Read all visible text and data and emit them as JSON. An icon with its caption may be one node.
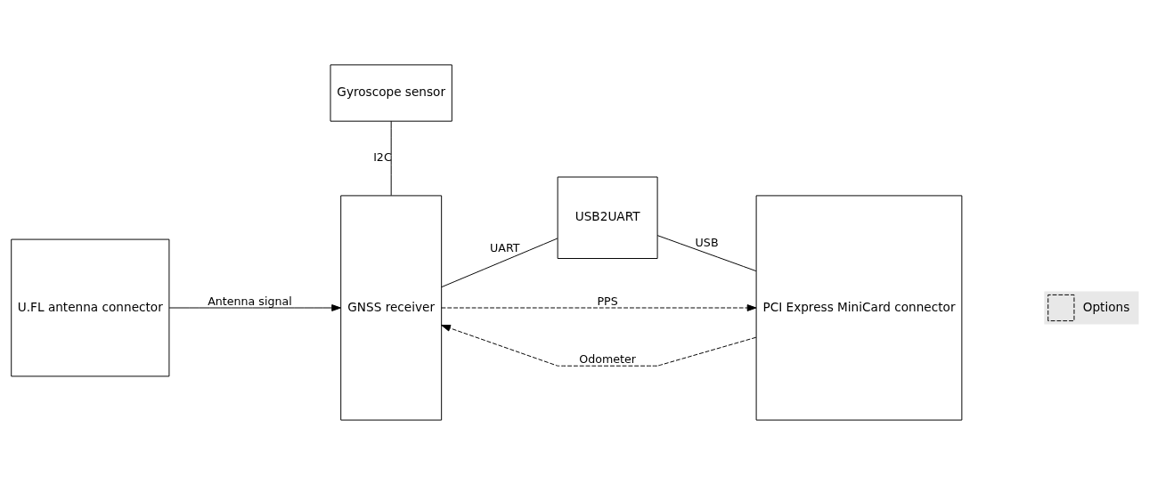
{
  "diagram": {
    "nodes": [
      {
        "text": [
          "U.FL antenna connector"
        ]
      },
      {
        "text": [
          "Gyroscope sensor"
        ]
      },
      {
        "text": [
          "GNSS receiver"
        ]
      },
      {
        "text": [
          "USB2UART"
        ]
      },
      {
        "text": [
          "PCI Express MiniCard connector"
        ]
      }
    ],
    "edges": [
      {
        "from": 0,
        "to": 2,
        "arrow": "to",
        "label": "Antenna signal"
      },
      {
        "from": 1,
        "to": 2,
        "arrow": "none",
        "label": "I2C"
      },
      {
        "from": 2,
        "to": 3,
        "arrow": "none",
        "label": "UART"
      },
      {
        "from": 3,
        "to": 4,
        "arrow": "none",
        "label": "USB"
      },
      {
        "from": 4,
        "to": 2,
        "arrow": "to",
        "label": "Odometer",
        "style": "dashed"
      },
      {
        "from": 2,
        "to": 4,
        "arrow": "to",
        "label": "PPS",
        "style": "dashed"
      }
    ],
    "legend": [
      {
        "text": "Options"
      }
    ]
  }
}
